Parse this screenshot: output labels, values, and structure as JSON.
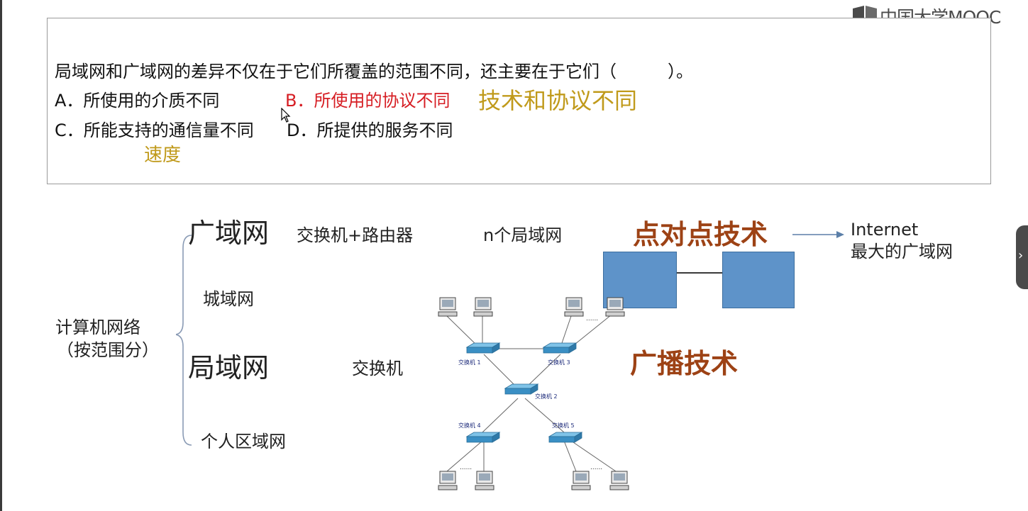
{
  "brand": {
    "text": "中国大学MOOC"
  },
  "question": {
    "stem": "局域网和广域网的差异不仅在于它们所覆盖的范围不同，还主要在于它们（　　　）。",
    "options": {
      "a": "A．所使用的介质不同",
      "b": "B．所使用的协议不同",
      "c": "C．所能支持的通信量不同",
      "d": "D．所提供的服务不同"
    },
    "note_tech": "技术和协议不同",
    "note_speed": "速度"
  },
  "diagram": {
    "root": "计算机网络",
    "root_sub": "（按范围分）",
    "wan": "广域网",
    "wan_devices": "交换机+路由器",
    "wan_composition": "n个局域网",
    "man": "城域网",
    "lan": "局域网",
    "lan_devices": "交换机",
    "pan": "个人区域网",
    "p2p_tech": "点对点技术",
    "broadcast_tech": "广播技术",
    "internet": "Internet",
    "internet_desc": "最大的广域网",
    "switches": [
      "交换机 1",
      "交换机 2",
      "交换机 3",
      "交换机 4",
      "交换机 5"
    ],
    "ellipsis": "......"
  },
  "colors": {
    "answer_red": "#d61d23",
    "note_gold": "#c09a1b",
    "tech_brown": "#9d4215",
    "box_blue": "#5e93c9"
  },
  "icons": [
    "mooc-logo-icon",
    "cursor-icon",
    "arrow-right-icon",
    "computer-icon",
    "switch-icon",
    "chevron-right-icon"
  ]
}
